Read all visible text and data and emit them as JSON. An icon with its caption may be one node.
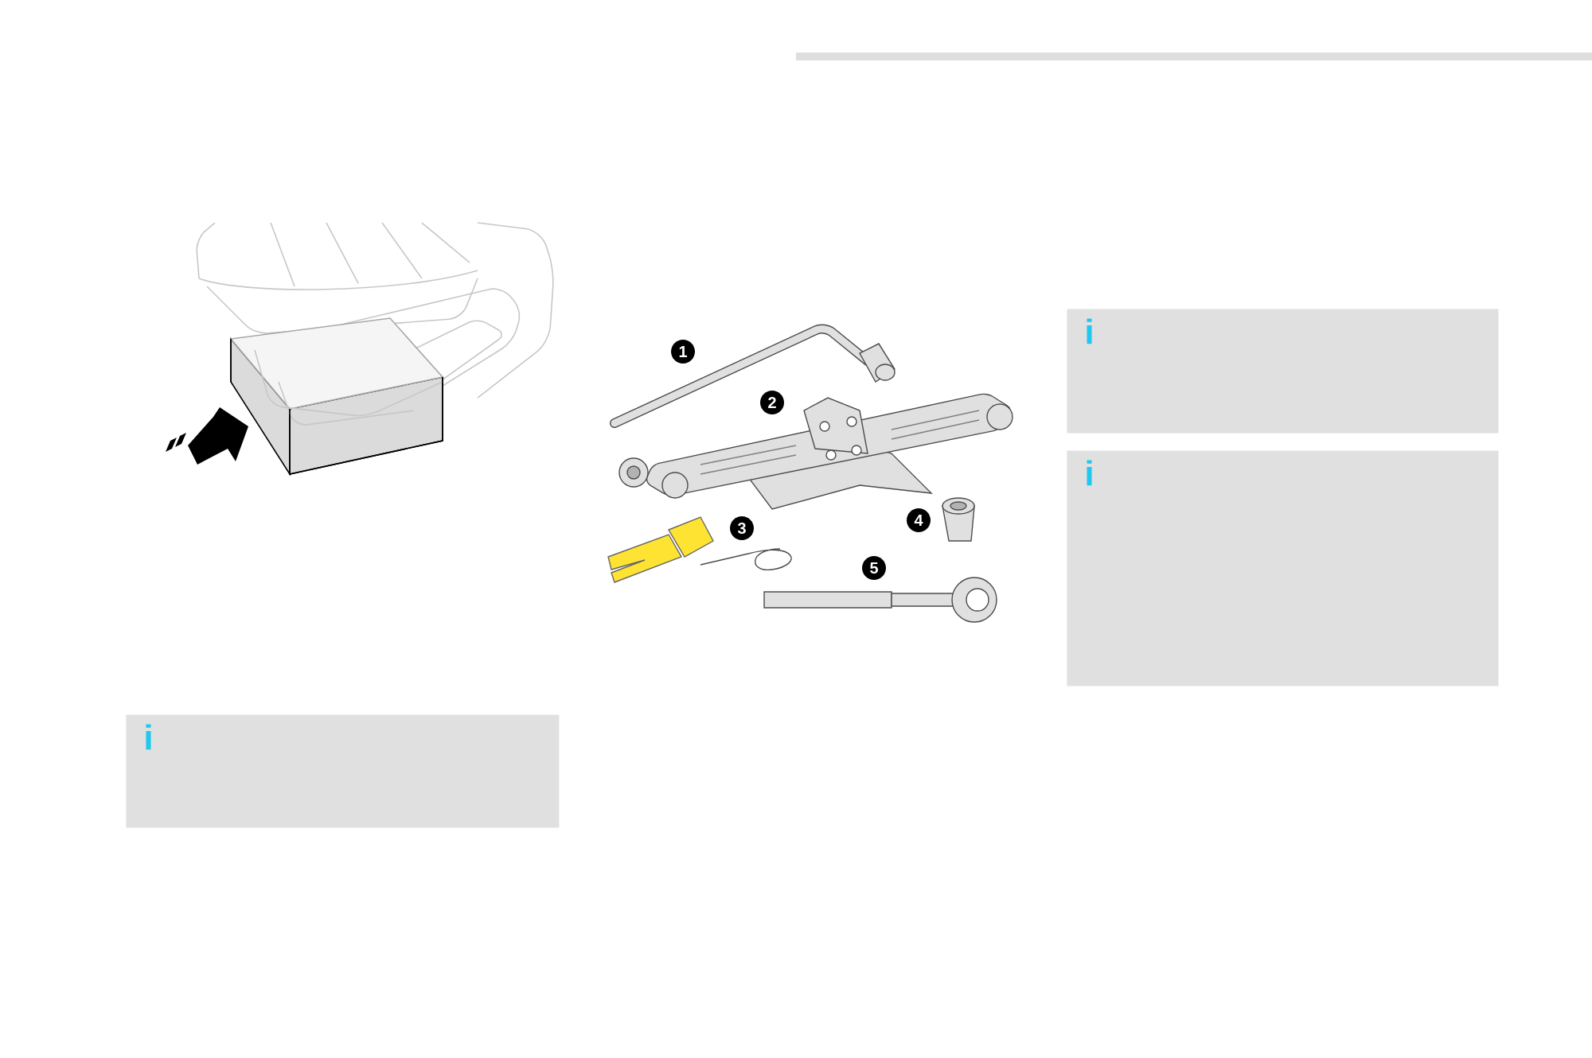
{
  "diagram": {
    "nodes": [
      {
        "text": [
          "i"
        ]
      },
      {
        "text": [
          "i"
        ]
      },
      {
        "text": [
          "i"
        ]
      }
    ],
    "labels": [
      "1",
      "2",
      "3",
      "4",
      "5"
    ]
  }
}
